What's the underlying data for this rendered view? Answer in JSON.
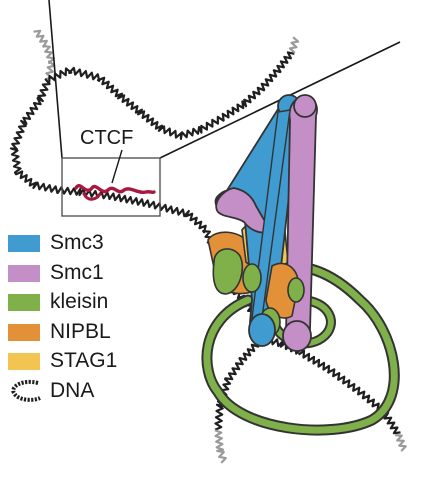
{
  "callout": {
    "label": "CTCF"
  },
  "legend": [
    {
      "label": "Smc3",
      "color": "#3f9bd0",
      "key": "smc3"
    },
    {
      "label": "Smc1",
      "color": "#c48fc7",
      "key": "smc1"
    },
    {
      "label": "kleisin",
      "color": "#7fb04a",
      "key": "kleisin"
    },
    {
      "label": "NIPBL",
      "color": "#e39138",
      "key": "nipbl"
    },
    {
      "label": "STAG1",
      "color": "#f2c553",
      "key": "stag1"
    }
  ],
  "dna_legend": {
    "label": "DNA"
  },
  "colors": {
    "dna": "#1f1f1f",
    "dna_faded": "#9a9a9a",
    "ctcf": "#a8193f",
    "outline": "#333333"
  }
}
